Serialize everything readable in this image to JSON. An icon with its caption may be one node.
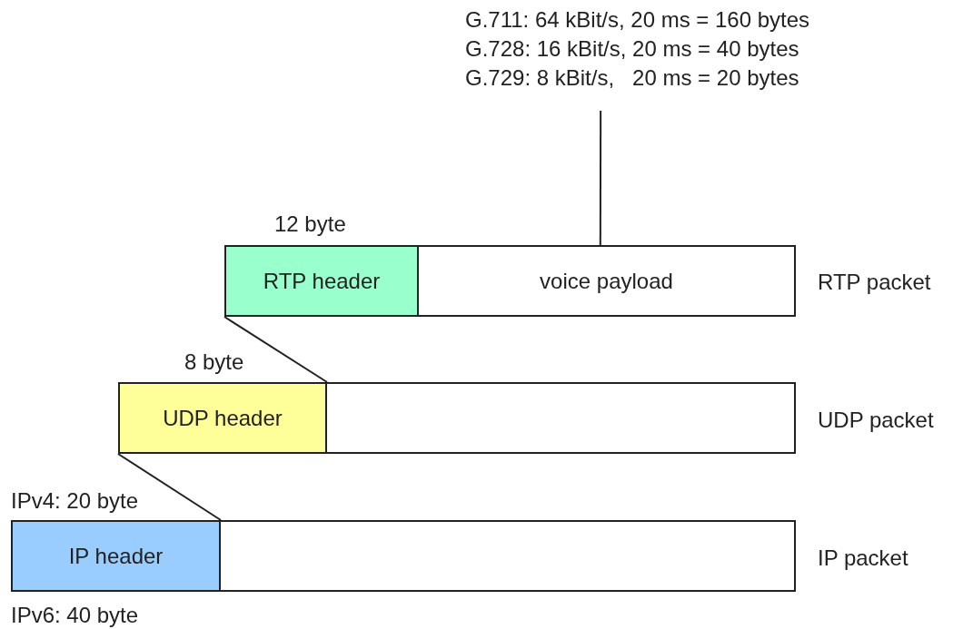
{
  "diagram": {
    "nodes": [
      {
        "text": [
          "RTP header"
        ],
        "beside": [
          "12 byte"
        ]
      },
      {
        "text": [
          "voice payload"
        ]
      },
      {
        "text": [
          "UDP header"
        ],
        "beside": [
          "8 byte"
        ]
      },
      {
        "text": [],
        "shape": "box"
      },
      {
        "text": [
          "IP header"
        ],
        "beside": [
          "IPv4: 20 byte",
          "IPv6: 40 byte"
        ]
      },
      {
        "text": [],
        "shape": "box"
      },
      {
        "text": [
          "G.711: 64 kBit/s, 20 ms = 160 bytes",
          "G.728: 16 kBit/s, 20 ms = 40 bytes",
          "G.729: 8 kBit/s,   20 ms = 20 bytes"
        ]
      }
    ],
    "edges": [
      {
        "from": 6,
        "to": 1,
        "arrow": "none"
      },
      {
        "from": 0,
        "to": 2,
        "arrow": "none"
      },
      {
        "from": 2,
        "to": 4,
        "arrow": "none"
      }
    ],
    "labels": [
      "RTP packet",
      "UDP packet",
      "IP packet"
    ]
  }
}
